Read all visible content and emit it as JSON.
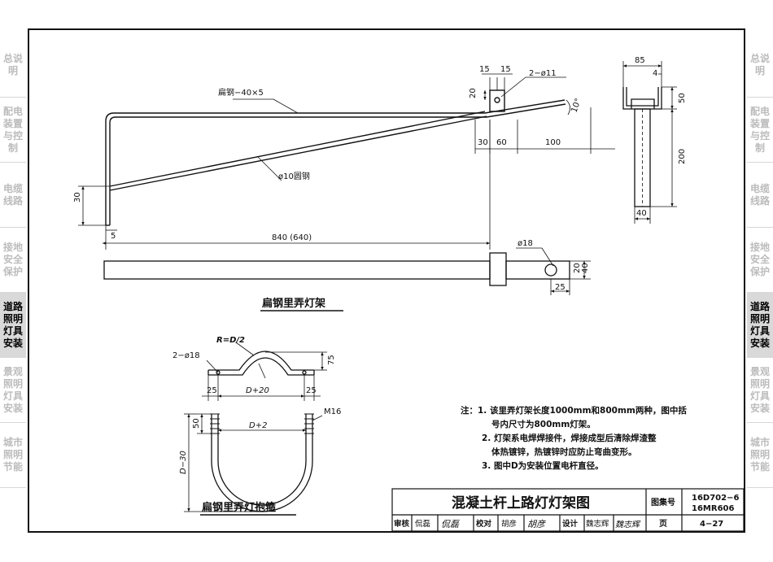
{
  "sidebar": {
    "items": [
      {
        "label": "总说明",
        "active": false
      },
      {
        "label": "配电装置与控制",
        "active": false
      },
      {
        "label": "电缆线路",
        "active": false
      },
      {
        "label": "接地安全保护",
        "active": false
      },
      {
        "label": "道路照明灯具安装",
        "active": true
      },
      {
        "label": "景观照明灯具安装",
        "active": false
      },
      {
        "label": "城市照明节能",
        "active": false
      }
    ]
  },
  "drawing": {
    "bracket": {
      "flat_steel_label": "扁钢−40×5",
      "round_steel_label": "ø10圆钢",
      "hole_label": "2−ø11",
      "dim_15a": "15",
      "dim_15b": "15",
      "dim_20": "20",
      "dim_30": "30",
      "dim_60": "60",
      "dim_100": "100",
      "dim_length": "840 (640)",
      "dim_30_left": "30",
      "dim_5": "5",
      "angle": "10°"
    },
    "side_view": {
      "dim_85": "85",
      "dim_4": "4",
      "dim_50": "50",
      "dim_200": "200",
      "dim_40": "40"
    },
    "plan_view": {
      "dim_18": "ø18",
      "dim_20": "20",
      "dim_40": "40",
      "dim_25": "25"
    },
    "bracket_title": "扁钢里弄灯架",
    "hoop": {
      "r_label": "R=D/2",
      "hole_label": "2−ø18",
      "dim_d20": "D+20",
      "dim_25a": "25",
      "dim_25b": "25",
      "dim_75": "75",
      "dim_50": "50",
      "m16": "M16",
      "dim_d2": "D+2",
      "dim_d30": "D−30"
    },
    "hoop_title": "扁钢里弄灯抱箍"
  },
  "notes": {
    "lines": [
      "注：1. 该里弄灯架长度1000mm和800mm两种，图中括",
      "号内尺寸为800mm灯架。",
      "2. 灯架系电焊焊接件，焊接成型后清除焊渣整",
      "体热镀锌，热镀锌时应防止弯曲变形。",
      "3. 图中D为安装位置电杆直径。"
    ]
  },
  "title_block": {
    "title": "混凝土杆上路灯灯架图",
    "atlas_label": "图集号",
    "atlas_no_1": "16D702−6",
    "atlas_no_2": "16MR606",
    "review_label": "审核",
    "reviewer": "侃磊",
    "reviewer_sig": "侃磊",
    "check_label": "校对",
    "checker": "胡彦",
    "checker_sig": "胡彦",
    "design_label": "设计",
    "designer": "魏志辉",
    "designer_sig": "魏志辉",
    "page_label": "页",
    "page_no": "4−27"
  }
}
